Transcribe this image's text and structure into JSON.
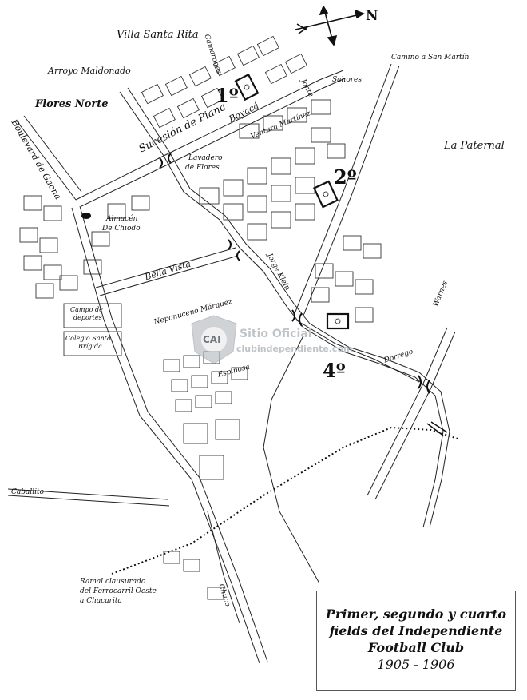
{
  "compass": {
    "north_label": "N"
  },
  "fields": {
    "first": "1º",
    "second": "2º",
    "fourth": "4º"
  },
  "labels": {
    "villa_santa_rita": "Villa Santa Rita",
    "arroyo_maldonado": "Arroyo Maldonado",
    "flores_norte": "Flores Norte",
    "boulevard_gaona": "Boulevard de Gaona",
    "camarones": "Camarones",
    "sucesion_piana": "Sucesión de Piana",
    "boyaca": "Boyacá",
    "jonte": "Jonte",
    "sahores": "Sahores",
    "camino_san_martin": "Camino a San Martín",
    "ventura_martinez": "Ventura Martínez",
    "la_paternal": "La Paternal",
    "lavadero_line1": "Lavadero",
    "lavadero_line2": "de Flores",
    "almacen_line1": "Almacén",
    "almacen_line2": "De Chiodo",
    "bella_vista": "Bella Vista",
    "jorge_klein": "Jorge Klein",
    "campo_line1": "Campo de",
    "campo_line2": "deportes",
    "colegio_line1": "Colegio Santa",
    "colegio_line2": "Brígida",
    "neponuceno": "Neponuceno Márquez",
    "espinosa": "Espinosa",
    "dorrego": "Dorrego",
    "warnes": "Warnes",
    "caballito": "Caballito",
    "chuco": "Chuco",
    "ramal_line1": "Ramal clausurado",
    "ramal_line2": "del Ferrocarril Oeste",
    "ramal_line3": "a Chacarita"
  },
  "watermark": {
    "badge": "CAI",
    "line1": "Sitio Oficial",
    "line2": "clubindependiente.com"
  },
  "title": {
    "line1": "Primer, segundo y cuarto",
    "line2": "fields del Independiente",
    "line3": "Football Club",
    "years": "1905 - 1906"
  }
}
